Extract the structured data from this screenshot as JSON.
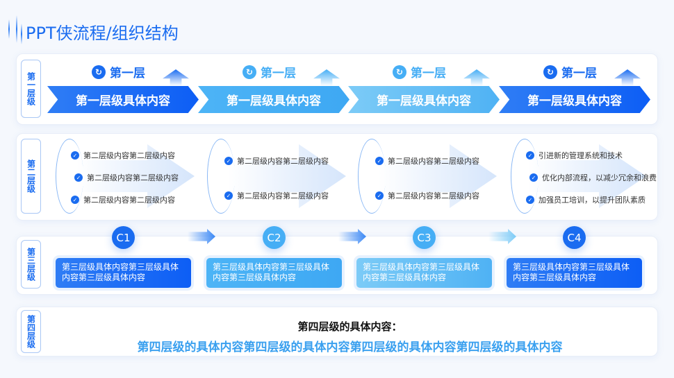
{
  "title": "PPT侠流程/组织结构",
  "levels": [
    {
      "label": "第一层级"
    },
    {
      "label": "第二层级"
    },
    {
      "label": "第三层级"
    },
    {
      "label": "第四层级"
    }
  ],
  "colors": {
    "primary": "#1a6cf0",
    "light": "#46aef5"
  },
  "row1": [
    {
      "header": "第一层",
      "content": "第一层级具体内容",
      "icon": "refresh-check-icon"
    },
    {
      "header": "第一层",
      "content": "第一层级具体内容",
      "icon": "refresh-check-icon"
    },
    {
      "header": "第一层",
      "content": "第一层级具体内容",
      "icon": "refresh-check-icon"
    },
    {
      "header": "第一层",
      "content": "第一层级具体内容",
      "icon": "refresh-check-icon"
    }
  ],
  "row2": [
    [
      "第二层级内容第二层级内容",
      "第二层级内容第二层级内容",
      "第二层级内容第二层级内容"
    ],
    [
      "第二层级内容第二层级内容",
      "第二层级内容第二层级内容"
    ],
    [
      "第二层级内容第二层级内容",
      "第二层级内容第二层级内容"
    ],
    [
      "引进新的管理系统和技术",
      "优化内部流程，以减少冗余和浪费",
      "加强员工培训，以提升团队素质"
    ]
  ],
  "row3": [
    {
      "badge": "C1",
      "text": "第三层级具体内容第三层级具体内容第三层级具体内容"
    },
    {
      "badge": "C2",
      "text": "第三层级具体内容第三层级具体内容第三层级具体内容"
    },
    {
      "badge": "C3",
      "text": "第三层级具体内容第三层级具体内容第三层级具体内容"
    },
    {
      "badge": "C4",
      "text": "第三层级具体内容第三层级具体内容第三层级具体内容"
    }
  ],
  "row4": {
    "heading": "第四层级的具体内容：",
    "body": "第四层级的具体内容第四层级的具体内容第四层级的具体内容第四层级的具体内容"
  }
}
